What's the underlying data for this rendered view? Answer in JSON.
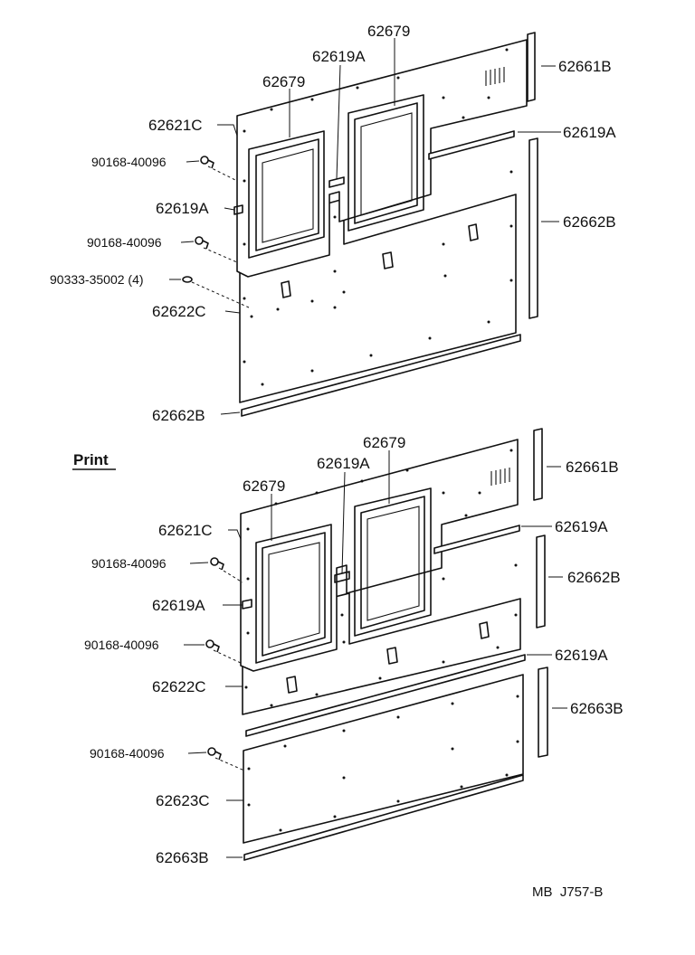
{
  "diagram": {
    "top": {
      "labels": {
        "top_window_left": "62679",
        "top_window_right": "62679",
        "top_seal_mid": "62619A",
        "top_side_strip": "62661B",
        "top_panel_upper": "62621C",
        "top_seal_right": "62619A",
        "top_clip_a": "90168-40096",
        "top_seal_left": "62619A",
        "top_long_strip": "62662B",
        "top_clip_b": "90168-40096",
        "top_screw": "90333-35002 (4)",
        "top_panel_lower": "62622C",
        "top_bottom_strip": "62662B"
      }
    },
    "print_heading": "Print",
    "bottom": {
      "labels": {
        "bot_window_right": "62679",
        "bot_seal_mid": "62619A",
        "bot_side_strip": "62661B",
        "bot_window_left": "62679",
        "bot_panel_upper": "62621C",
        "bot_seal_right": "62619A",
        "bot_clip_a": "90168-40096",
        "bot_long_strip": "62662B",
        "bot_seal_left": "62619A",
        "bot_clip_b": "90168-40096",
        "bot_seal_lower": "62619A",
        "bot_panel_lower": "62622C",
        "bot_side_strip_lower": "62663B",
        "bot_clip_c": "90168-40096",
        "bot_panel_bottom": "62623C",
        "bot_bottom_strip": "62663B"
      }
    },
    "figure_code": "MB  J757-B"
  }
}
